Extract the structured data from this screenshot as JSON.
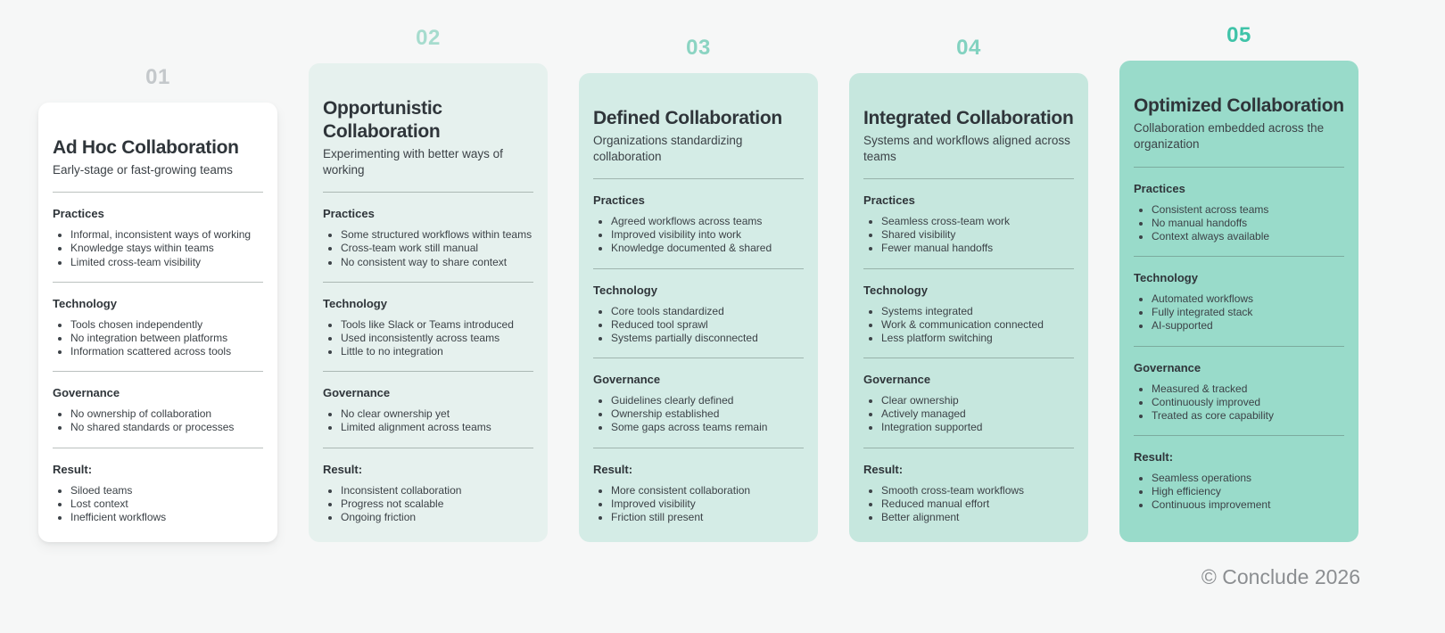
{
  "page": {
    "background": "#f6f7f7",
    "footer": "© Conclude 2026"
  },
  "stages": [
    {
      "number": "01",
      "number_color": "#c4c8cb",
      "card_bg": "#ffffff",
      "title": "Ad Hoc Collaboration",
      "subtitle": "Early-stage or fast-growing teams",
      "sections": [
        {
          "heading": "Practices",
          "items": [
            "Informal, inconsistent ways of working",
            "Knowledge stays within teams",
            "Limited cross-team visibility"
          ]
        },
        {
          "heading": "Technology",
          "items": [
            "Tools chosen independently",
            "No integration between platforms",
            "Information scattered across tools"
          ]
        },
        {
          "heading": "Governance",
          "items": [
            "No ownership of collaboration",
            "No shared standards or processes"
          ]
        },
        {
          "heading": "Result:",
          "items": [
            "Siloed teams",
            "Lost context",
            "Inefficient workflows"
          ]
        }
      ]
    },
    {
      "number": "02",
      "number_color": "#a6dcce",
      "card_bg": "#e6f1ee",
      "title": "Opportunistic Collaboration",
      "subtitle": "Experimenting with better ways of working",
      "sections": [
        {
          "heading": "Practices",
          "items": [
            "Some structured workflows within teams",
            "Cross-team work still manual",
            "No consistent way to share context"
          ]
        },
        {
          "heading": "Technology",
          "items": [
            "Tools like Slack or Teams introduced",
            "Used inconsistently across teams",
            "Little to no integration"
          ]
        },
        {
          "heading": "Governance",
          "items": [
            "No clear ownership yet",
            "Limited alignment across teams"
          ]
        },
        {
          "heading": "Result:",
          "items": [
            "Inconsistent collaboration",
            "Progress not scalable",
            "Ongoing friction"
          ]
        }
      ]
    },
    {
      "number": "03",
      "number_color": "#8bd4c2",
      "card_bg": "#d4ece6",
      "title": "Defined Collaboration",
      "subtitle": "Organizations standardizing collaboration",
      "sections": [
        {
          "heading": "Practices",
          "items": [
            "Agreed workflows across teams",
            "Improved visibility into work",
            "Knowledge documented & shared"
          ]
        },
        {
          "heading": "Technology",
          "items": [
            "Core tools standardized",
            "Reduced tool sprawl",
            "Systems partially disconnected"
          ]
        },
        {
          "heading": "Governance",
          "items": [
            "Guidelines clearly defined",
            "Ownership established",
            "Some gaps across teams remain"
          ]
        },
        {
          "heading": "Result:",
          "items": [
            "More consistent collaboration",
            "Improved visibility",
            "Friction still present"
          ]
        }
      ]
    },
    {
      "number": "04",
      "number_color": "#82d2c0",
      "card_bg": "#c6e7de",
      "title": "Integrated Collaboration",
      "subtitle": "Systems and workflows aligned across teams",
      "sections": [
        {
          "heading": "Practices",
          "items": [
            "Seamless cross-team work",
            "Shared visibility",
            "Fewer manual handoffs"
          ]
        },
        {
          "heading": "Technology",
          "items": [
            "Systems integrated",
            "Work & communication connected",
            "Less platform switching"
          ]
        },
        {
          "heading": "Governance",
          "items": [
            "Clear ownership",
            "Actively managed",
            "Integration supported"
          ]
        },
        {
          "heading": "Result:",
          "items": [
            "Smooth cross-team workflows",
            "Reduced manual effort",
            "Better alignment"
          ]
        }
      ]
    },
    {
      "number": "05",
      "number_color": "#3fc3a8",
      "card_bg": "#99dbca",
      "title": "Optimized Collaboration",
      "subtitle": "Collaboration embedded across the organization",
      "sections": [
        {
          "heading": "Practices",
          "items": [
            "Consistent across teams",
            "No manual handoffs",
            "Context always available"
          ]
        },
        {
          "heading": "Technology",
          "items": [
            "Automated workflows",
            "Fully integrated stack",
            "AI-supported"
          ]
        },
        {
          "heading": "Governance",
          "items": [
            "Measured & tracked",
            "Continuously improved",
            "Treated as core capability"
          ]
        },
        {
          "heading": "Result:",
          "items": [
            "Seamless operations",
            "High efficiency",
            "Continuous improvement"
          ]
        }
      ]
    }
  ]
}
